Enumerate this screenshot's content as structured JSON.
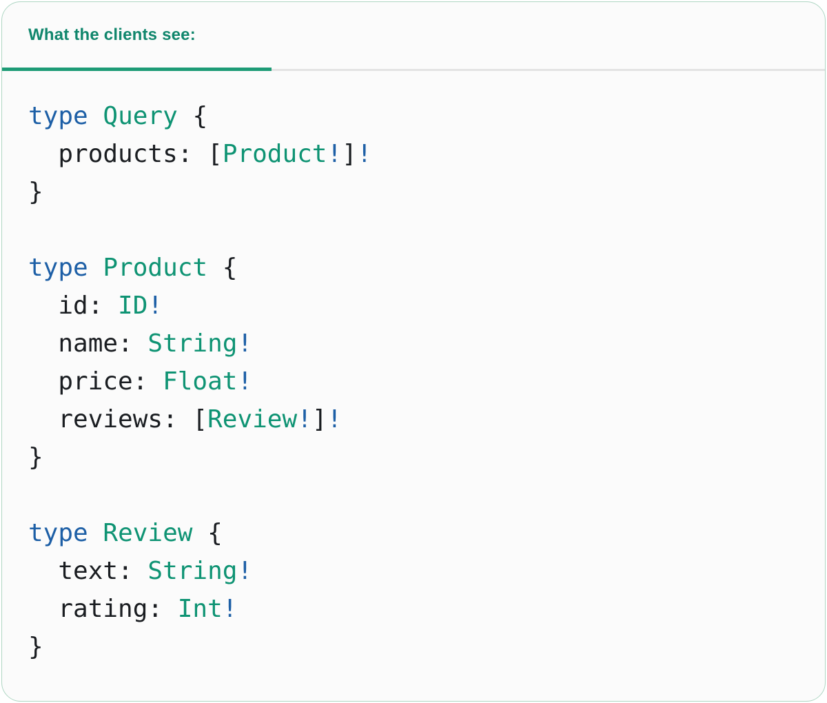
{
  "tab": {
    "label": "What the clients see:"
  },
  "colors": {
    "keyword": "#1d5fa6",
    "type_name": "#0e9373",
    "plain": "#1a1d21",
    "bang": "#1d5fa6",
    "tab_teal": "#10866c",
    "underline_green": "#1d9b76",
    "underline_gray": "#e3e3e3",
    "card_border": "#aed6c3",
    "card_bg": "#fbfbfb"
  },
  "code": {
    "language": "graphql",
    "plain_text": "type Query {\n  products: [Product!]!\n}\n\ntype Product {\n  id: ID!\n  name: String!\n  price: Float!\n  reviews: [Review!]!\n}\n\ntype Review {\n  text: String!\n  rating: Int!\n}",
    "lines": [
      [
        {
          "c": "kw",
          "t": "type"
        },
        {
          "c": "pl",
          "t": " "
        },
        {
          "c": "ty",
          "t": "Query"
        },
        {
          "c": "pl",
          "t": " {"
        }
      ],
      [
        {
          "c": "pl",
          "t": "  products: ["
        },
        {
          "c": "ty",
          "t": "Product"
        },
        {
          "c": "bg",
          "t": "!"
        },
        {
          "c": "pl",
          "t": "]"
        },
        {
          "c": "bg",
          "t": "!"
        }
      ],
      [
        {
          "c": "pl",
          "t": "}"
        }
      ],
      [],
      [
        {
          "c": "kw",
          "t": "type"
        },
        {
          "c": "pl",
          "t": " "
        },
        {
          "c": "ty",
          "t": "Product"
        },
        {
          "c": "pl",
          "t": " {"
        }
      ],
      [
        {
          "c": "pl",
          "t": "  id: "
        },
        {
          "c": "ty",
          "t": "ID"
        },
        {
          "c": "bg",
          "t": "!"
        }
      ],
      [
        {
          "c": "pl",
          "t": "  name: "
        },
        {
          "c": "ty",
          "t": "String"
        },
        {
          "c": "bg",
          "t": "!"
        }
      ],
      [
        {
          "c": "pl",
          "t": "  price: "
        },
        {
          "c": "ty",
          "t": "Float"
        },
        {
          "c": "bg",
          "t": "!"
        }
      ],
      [
        {
          "c": "pl",
          "t": "  reviews: ["
        },
        {
          "c": "ty",
          "t": "Review"
        },
        {
          "c": "bg",
          "t": "!"
        },
        {
          "c": "pl",
          "t": "]"
        },
        {
          "c": "bg",
          "t": "!"
        }
      ],
      [
        {
          "c": "pl",
          "t": "}"
        }
      ],
      [],
      [
        {
          "c": "kw",
          "t": "type"
        },
        {
          "c": "pl",
          "t": " "
        },
        {
          "c": "ty",
          "t": "Review"
        },
        {
          "c": "pl",
          "t": " {"
        }
      ],
      [
        {
          "c": "pl",
          "t": "  text: "
        },
        {
          "c": "ty",
          "t": "String"
        },
        {
          "c": "bg",
          "t": "!"
        }
      ],
      [
        {
          "c": "pl",
          "t": "  rating: "
        },
        {
          "c": "ty",
          "t": "Int"
        },
        {
          "c": "bg",
          "t": "!"
        }
      ],
      [
        {
          "c": "pl",
          "t": "}"
        }
      ]
    ]
  }
}
